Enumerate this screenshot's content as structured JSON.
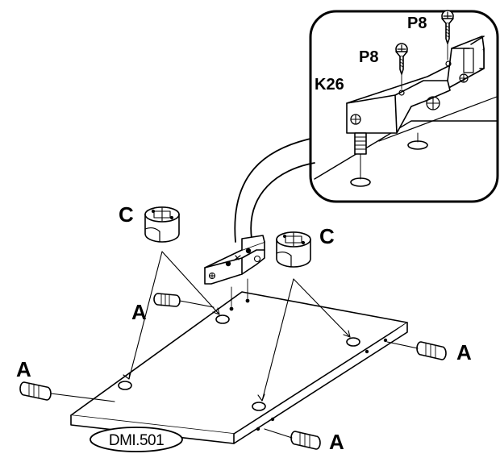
{
  "labels": {
    "screw_p8_a": "P8",
    "screw_p8_b": "P8",
    "bracket_k26": "K26",
    "cam_c_left": "C",
    "cam_c_right": "C",
    "dowel_a_mid": "A",
    "dowel_a_left": "A",
    "dowel_a_right": "A",
    "dowel_a_bottom": "A",
    "panel_code": "DMI.501"
  }
}
